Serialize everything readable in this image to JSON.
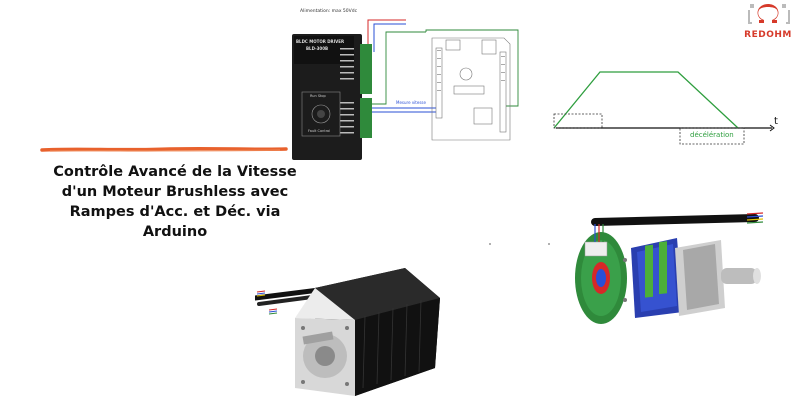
{
  "logo": {
    "text": "REDOHM"
  },
  "title": {
    "lines": [
      "Contrôle Avancé de la Vitesse",
      "d'un Moteur Brushless avec",
      "Rampes d'Acc. et Déc. via",
      "Arduino"
    ]
  },
  "wiring": {
    "power_label": "Alimentation: max 50Vdc",
    "driver_name": "BLDC MOTOR DRIVER",
    "driver_model": "BLD-300B",
    "signal_label": "Mesure vitesse",
    "panel_label_1": "Run Stop",
    "panel_label_2": "Fault Control"
  },
  "profile": {
    "axis_label": "t",
    "decel_label": "décélération",
    "colors": {
      "ramp": "#2e9e3e",
      "axis": "#111111",
      "box": "#333333"
    }
  },
  "colors": {
    "brush": "#e8612c",
    "title": "#111111",
    "logo": "#d63a2a",
    "board_green": "#2f8a3b",
    "wire_red": "#d62828",
    "wire_blue": "#2a4fd6"
  }
}
